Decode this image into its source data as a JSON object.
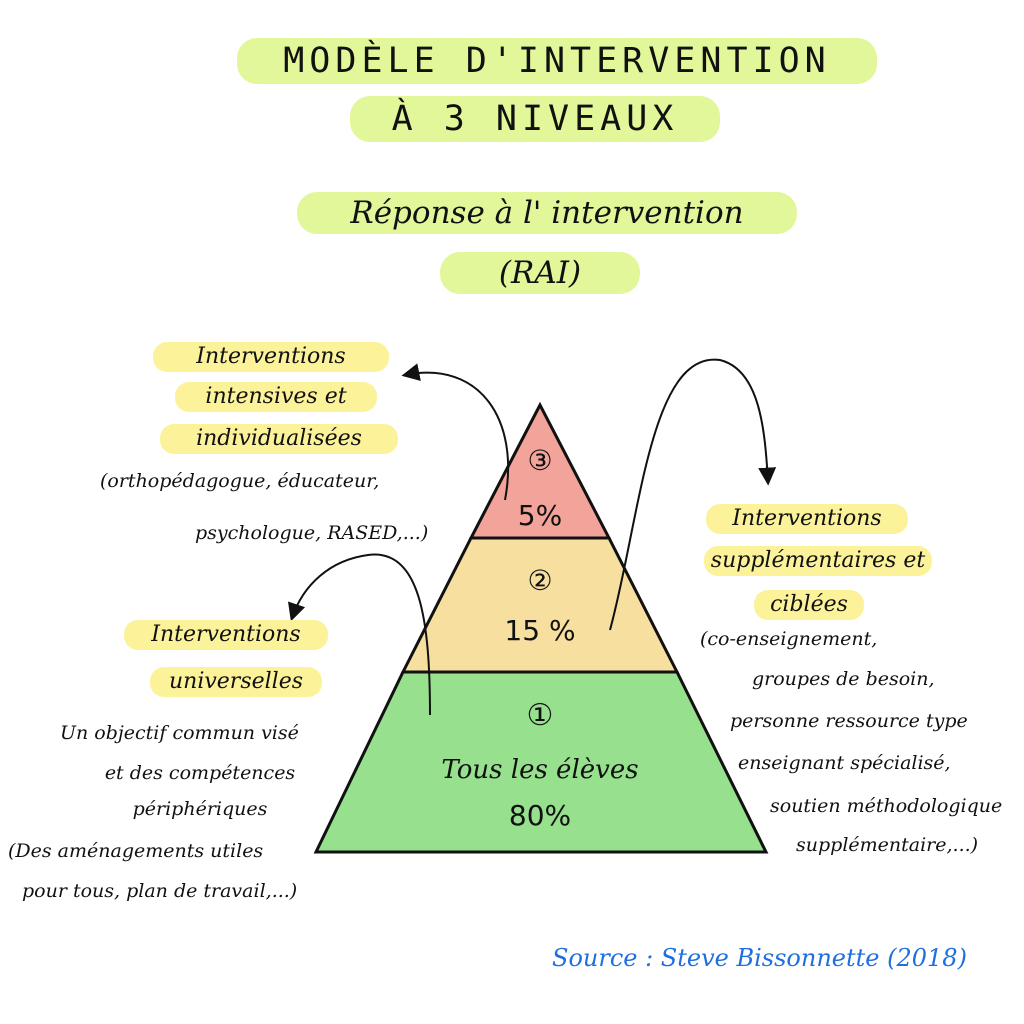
{
  "title": {
    "line1": "MODÈLE D'INTERVENTION",
    "line2": "À 3 NIVEAUX"
  },
  "subtitle": {
    "line1": "Réponse à l' intervention",
    "line2": "(RAI)"
  },
  "tiers": [
    {
      "number": "③",
      "percent": "5%",
      "color": "#f2a39a",
      "label": ""
    },
    {
      "number": "②",
      "percent": "15 %",
      "color": "#f7dfa0",
      "label": ""
    },
    {
      "number": "①",
      "percent": "80%",
      "color": "#96e08e",
      "label": "Tous les élèves"
    }
  ],
  "left_top": {
    "title": [
      "Interventions",
      "intensives et",
      "individualisées"
    ],
    "details": [
      "(orthopédagogue, éducateur,",
      "psychologue, RASED,...)"
    ]
  },
  "left_bottom": {
    "title": [
      "Interventions",
      "universelles"
    ],
    "details": [
      "Un objectif commun visé",
      "et des compétences",
      "périphériques",
      "(Des aménagements utiles",
      "pour tous, plan de travail,...)"
    ]
  },
  "right": {
    "title": [
      "Interventions",
      "supplémentaires et",
      "ciblées"
    ],
    "details": [
      "(co-enseignement,",
      "groupes de besoin,",
      "personne ressource type",
      "enseignant spécialisé,",
      "soutien méthodologique",
      "supplémentaire,...)"
    ]
  },
  "source": "Source : Steve Bissonnette (2018)"
}
